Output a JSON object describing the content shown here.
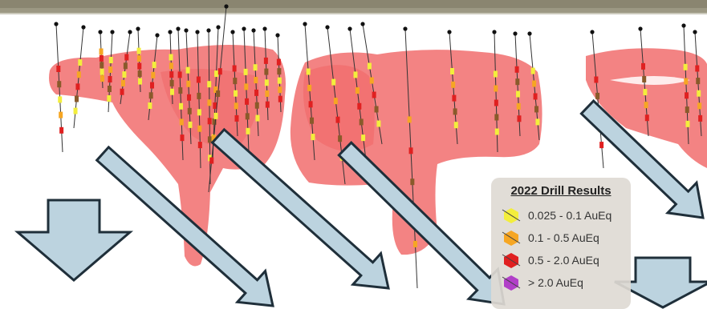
{
  "legend": {
    "title": "2022 Drill Results",
    "items": [
      {
        "label": "0.025 - 0.1 AuEq",
        "color": "#f3ee3c"
      },
      {
        "label": "0.1 - 0.5 AuEq",
        "color": "#f6a623"
      },
      {
        "label": "0.5 - 2.0 AuEq",
        "color": "#e02020"
      },
      {
        "label": "> 2.0 AuEq",
        "color": "#b140c8"
      }
    ]
  },
  "colors": {
    "orebody": "#ef5a5a",
    "arrow_fill": "#bcd3df",
    "arrow_stroke": "#1f2f3a",
    "drill_trace": "#333333"
  },
  "icons": [
    "down-arrow-icon",
    "diagonal-arrow-icon",
    "drill-collar-icon"
  ]
}
